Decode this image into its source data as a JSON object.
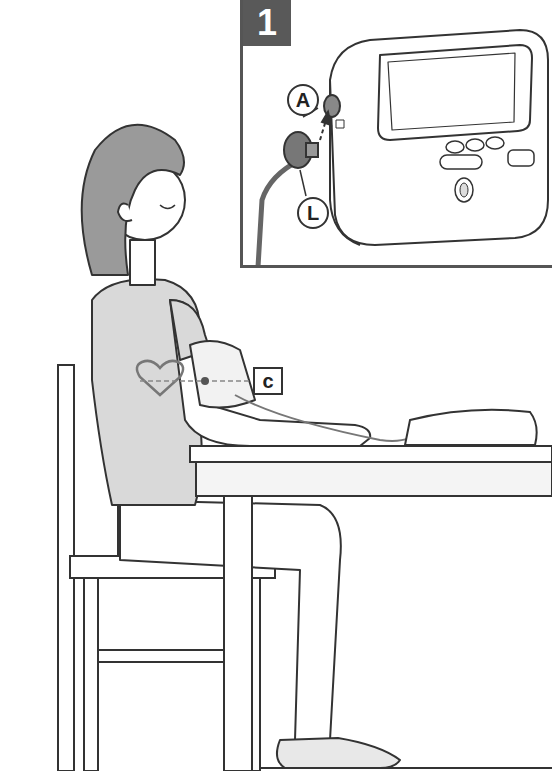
{
  "diagram": {
    "nodes": [
      {
        "text": [
          "1"
        ]
      },
      {
        "text": [
          "A"
        ],
        "in": 0
      },
      {
        "text": [
          "L"
        ],
        "in": 0
      },
      {
        "text": [
          "c"
        ]
      }
    ]
  }
}
